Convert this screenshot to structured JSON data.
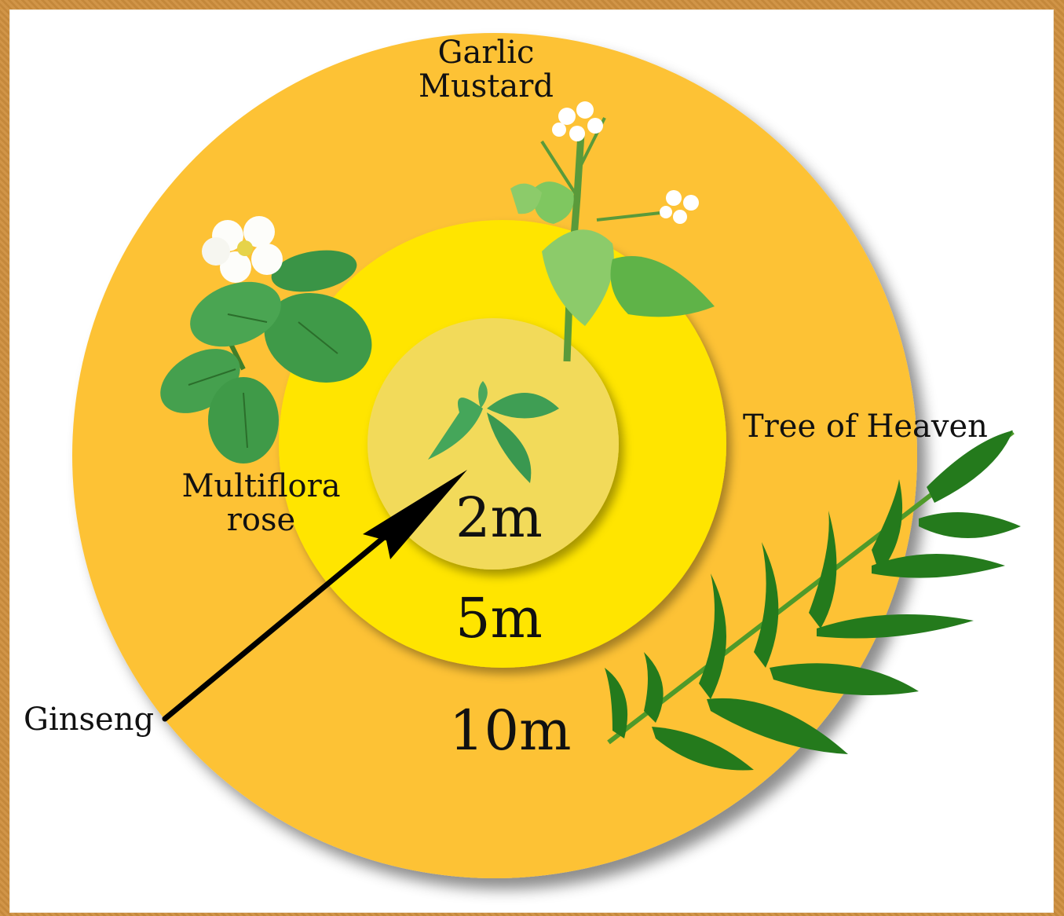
{
  "labels": {
    "garlic_mustard_line1": "Garlic",
    "garlic_mustard_line2": "Mustard",
    "multiflora_line1": "Multiflora",
    "multiflora_line2": "rose",
    "tree_of_heaven": "Tree of Heaven",
    "ginseng": "Ginseng"
  },
  "rings": {
    "inner": "2m",
    "middle": "5m",
    "outer": "10m"
  },
  "colors": {
    "outer_ring": "#fdc235",
    "middle_ring": "#ffe500",
    "inner_ring": "#f2da5a",
    "frame": "#cf8f3e",
    "leaf_dark": "#2e8a2e",
    "leaf_light": "#7fc760",
    "arrow": "#000000"
  }
}
